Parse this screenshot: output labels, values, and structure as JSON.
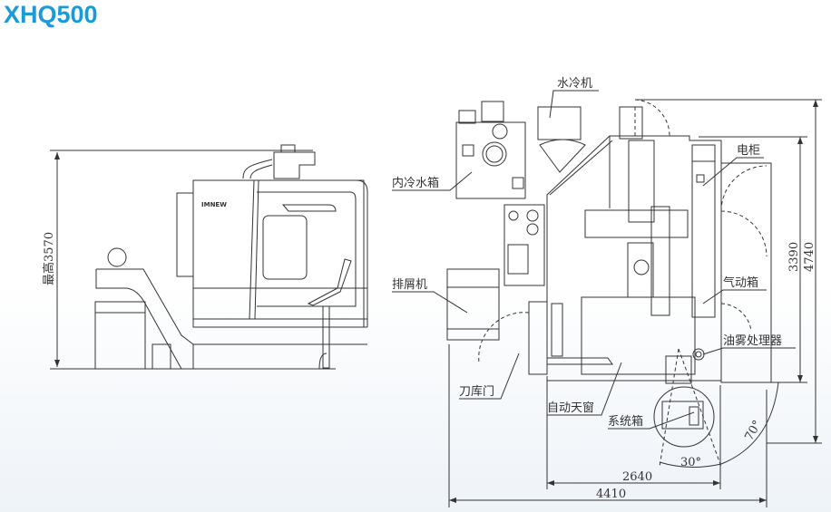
{
  "title": "XHQ500",
  "colors": {
    "title": "#1a9ad9",
    "line": "#333333"
  },
  "side_view": {
    "height_label": "最高3570",
    "logo_text": "IMNEW"
  },
  "plan_view": {
    "labels": {
      "water_chiller": "水冷机",
      "electrical_cabinet": "电柜",
      "internal_coolant_tank": "内冷水箱",
      "chip_conveyor": "排屑机",
      "pneumatic_box": "气动箱",
      "oil_mist_collector": "油雾处理器",
      "tool_magazine_door": "刀库门",
      "auto_skylight": "自动天窗",
      "control_box": "系统箱"
    },
    "dimensions": {
      "width_inner": "2640",
      "width_total": "4410",
      "depth_inner": "3390",
      "depth_total": "4740",
      "angle_small": "30°",
      "angle_large": "70°"
    }
  }
}
